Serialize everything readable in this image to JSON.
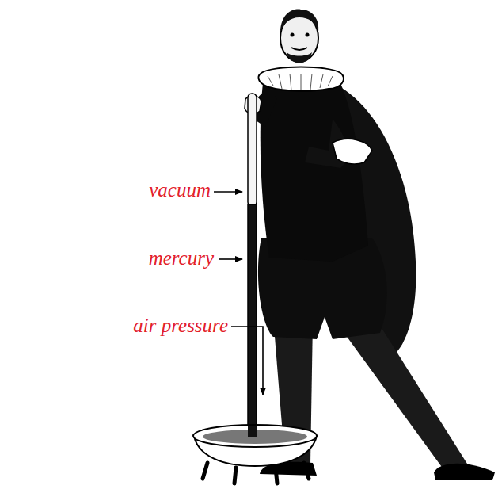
{
  "diagram": {
    "labels": [
      "vacuum",
      "mercury",
      "air pressure"
    ]
  }
}
